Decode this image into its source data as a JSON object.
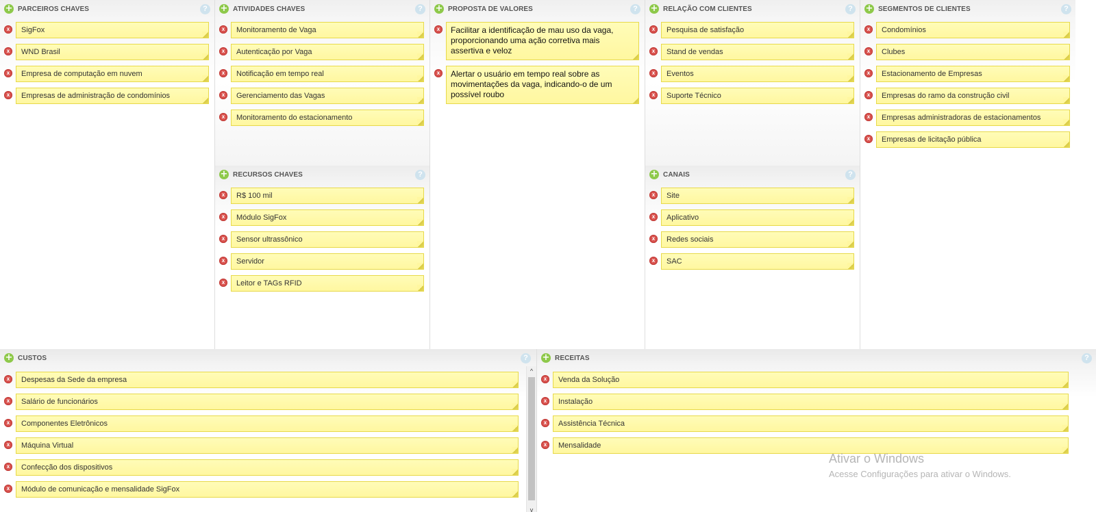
{
  "help_glyph": "?",
  "plus_glyph": "+",
  "delete_glyph": "x",
  "colors": {
    "note_bg": "#fff9a8",
    "note_border": "#e7d94a",
    "delete": "#d9534f",
    "add": "#8ec94a",
    "help": "#cfe3ee"
  },
  "panels": {
    "parceiros": {
      "title": "PARCEIROS CHAVES",
      "items": [
        "SigFox",
        "WND Brasil",
        "Empresa de computação em nuvem",
        "Empresas de administração de condomínios"
      ]
    },
    "atividades": {
      "title": "ATIVIDADES CHAVES",
      "items": [
        "Monitoramento de Vaga",
        "Autenticação por Vaga",
        "Notificação em tempo real",
        "Gerenciamento das Vagas",
        "Monitoramento do estacionamento"
      ]
    },
    "recursos": {
      "title": "RECURSOS CHAVES",
      "items": [
        "R$ 100 mil",
        "Módulo SigFox",
        "Sensor ultrassônico",
        "Servidor",
        "Leitor e TAGs RFID"
      ]
    },
    "proposta": {
      "title": "PROPOSTA DE VALORES",
      "items": [
        "Facilitar a identificação de mau uso da vaga, proporcionando uma ação corretiva mais assertiva e veloz",
        "Alertar o usuário em tempo real sobre as movimentações da vaga, indicando-o de um possível roubo"
      ]
    },
    "relacao": {
      "title": "RELAÇÃO COM CLIENTES",
      "items": [
        "Pesquisa de satisfação",
        "Stand de vendas",
        "Eventos",
        "Suporte Técnico"
      ]
    },
    "canais": {
      "title": "CANAIS",
      "items": [
        "Site",
        "Aplicativo",
        "Redes sociais",
        "SAC"
      ]
    },
    "segmentos": {
      "title": "SEGMENTOS DE CLIENTES",
      "items": [
        "Condomínios",
        "Clubes",
        "Estacionamento de Empresas",
        "Empresas do ramo da construção civil",
        "Empresas administradoras de estacionamentos",
        "Empresas de licitação pública"
      ]
    },
    "custos": {
      "title": "CUSTOS",
      "items": [
        "Despesas da Sede da empresa",
        "Salário de funcionários",
        "Componentes Eletrônicos",
        "Máquina Virtual",
        "Confecção dos dispositivos",
        "Módulo de comunicação e mensalidade SigFox"
      ]
    },
    "receitas": {
      "title": "RECEITAS",
      "items": [
        "Venda da Solução",
        "Instalação",
        "Assistência Técnica",
        "Mensalidade"
      ]
    }
  },
  "scroll": {
    "up": "^",
    "down": "v"
  },
  "watermark": {
    "line1": "Ativar o Windows",
    "line2": "Acesse Configurações para ativar o Windows."
  }
}
